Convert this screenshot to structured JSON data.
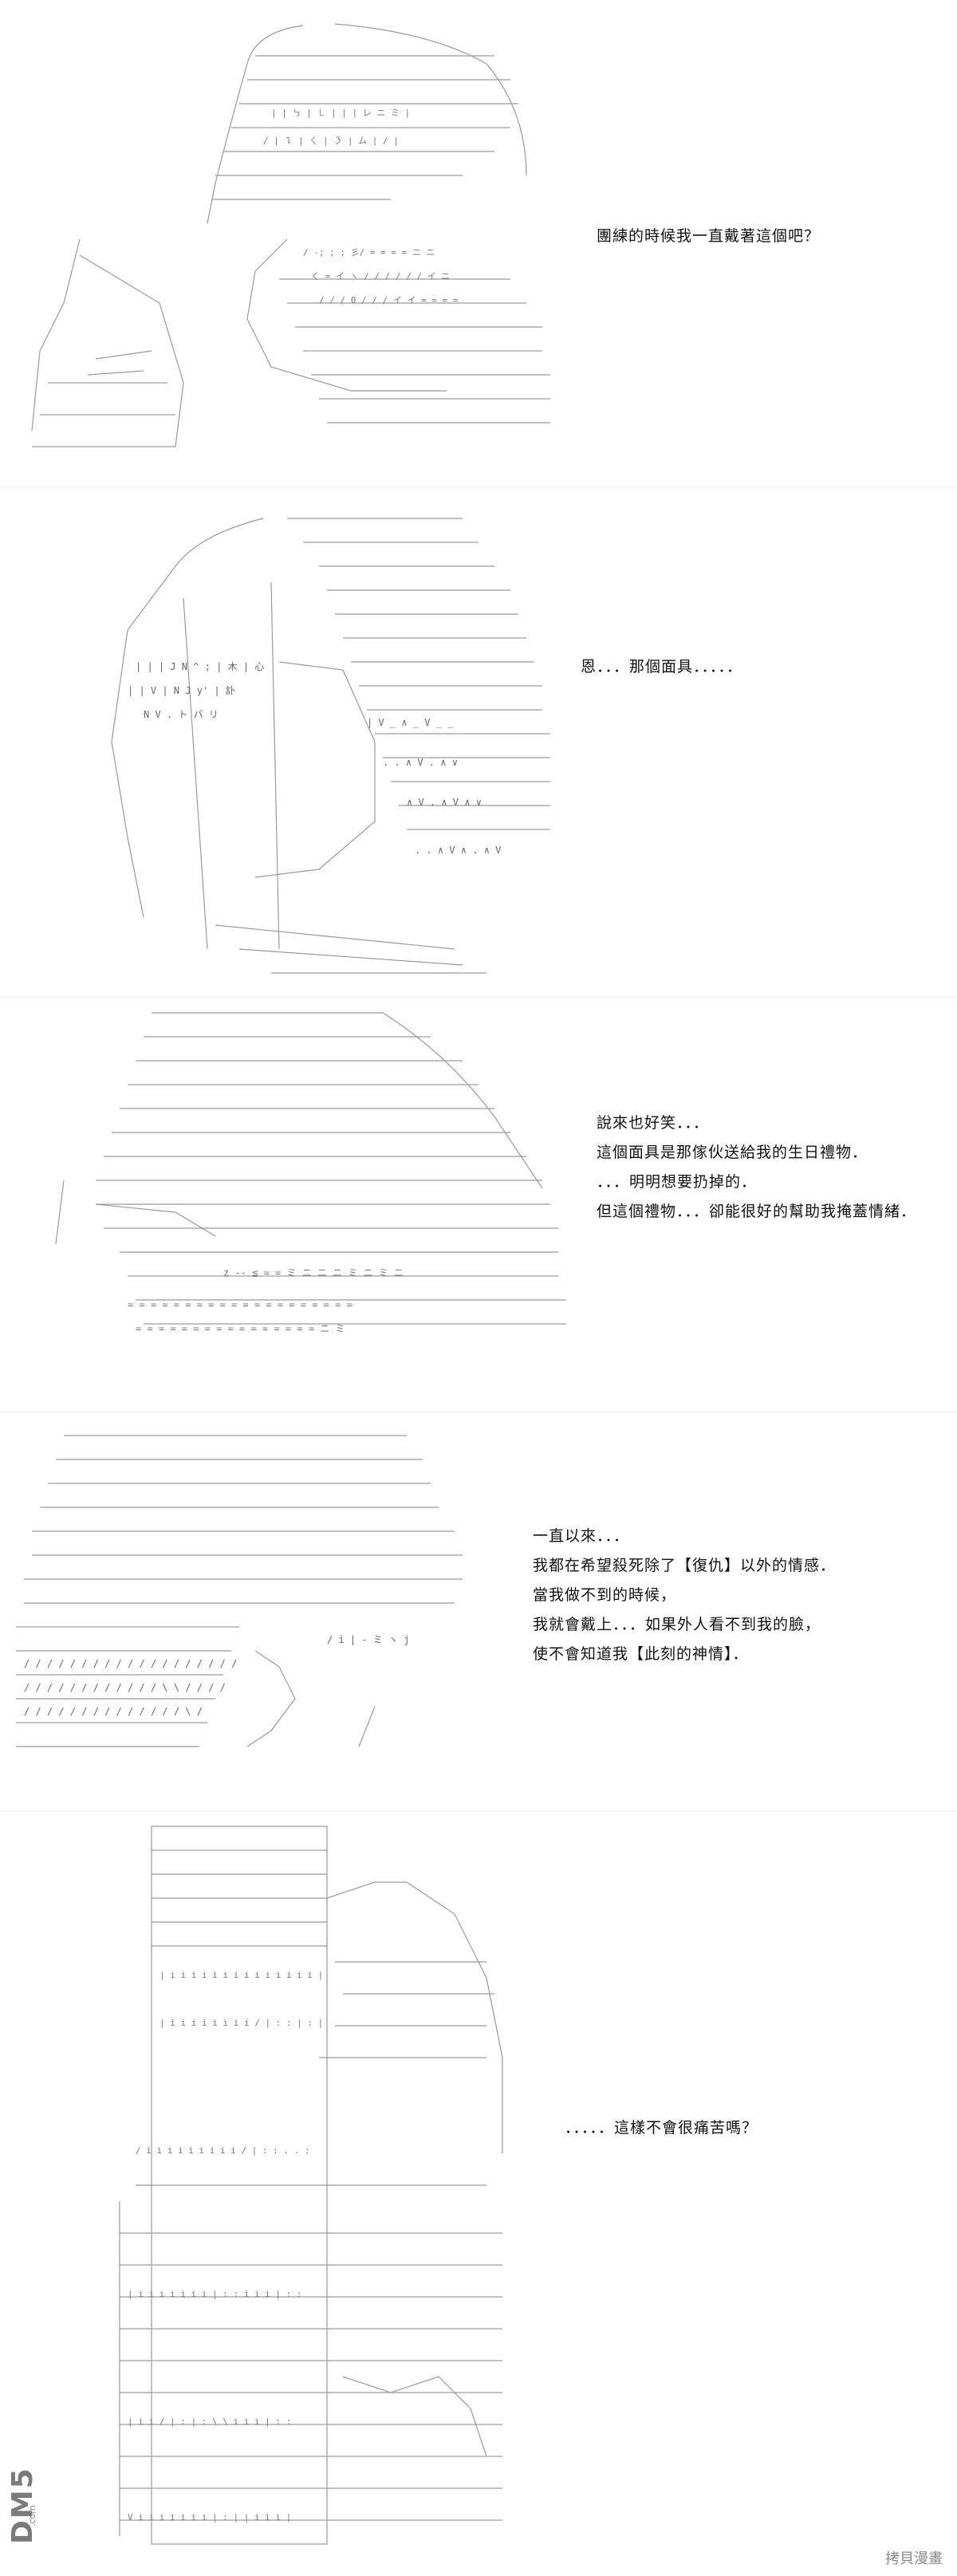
{
  "panels": [
    {
      "lines": [
        "團練的時候我一直戴著這個吧？"
      ]
    },
    {
      "lines": [
        "恩．．．那個面具．．．．．"
      ]
    },
    {
      "lines": [
        "說來也好笑．．．",
        "這個面具是那傢伙送給我的生日禮物．",
        "．．．明明想要扔掉的．",
        "但這個禮物．．．卻能很好的幫助我掩蓋情緒．"
      ]
    },
    {
      "lines": [
        "一直以來．．．",
        "我都在希望殺死除了【復仇】以外的情感．",
        "當我做不到的時候，",
        "我就會戴上．．．如果外人看不到我的臉，",
        "使不會知道我【此刻的神情】．"
      ]
    },
    {
      "lines": [
        "．．．．．這樣不會很痛苦嗎？"
      ]
    }
  ],
  "watermark": {
    "left_logo": "DM5",
    "left_sub": ".com",
    "right_text": "拷貝漫畫"
  },
  "colors": {
    "art_stroke": "#9a9a9a",
    "art_dark": "#555555",
    "text": "#111111"
  }
}
